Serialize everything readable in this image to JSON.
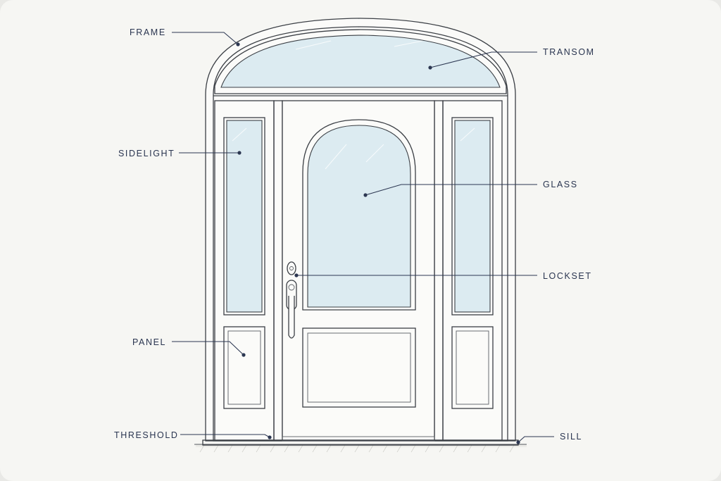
{
  "labels": {
    "frame": "FRAME",
    "transom": "TRANSOM",
    "sidelight": "SIDELIGHT",
    "glass": "GLASS",
    "lockset": "LOCKSET",
    "panel": "PANEL",
    "threshold": "THRESHOLD",
    "sill": "SILL"
  },
  "colors": {
    "label_text": "#2a3550",
    "glass_fill": "#dcebf1",
    "line": "#3b3f45",
    "background": "#f6f6f3"
  }
}
